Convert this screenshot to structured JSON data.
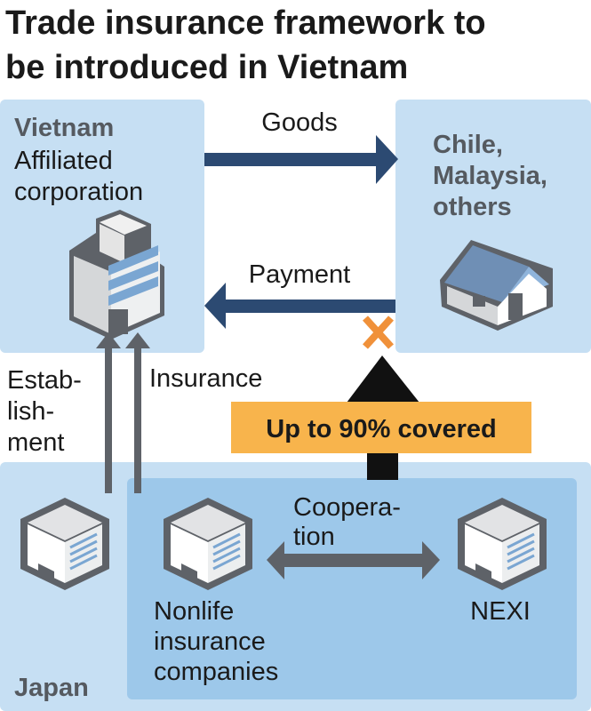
{
  "title": {
    "line1": "Trade insurance framework to",
    "line2": "be introduced in Vietnam"
  },
  "vietnam": {
    "name": "Vietnam",
    "line1": "Affiliated",
    "line2": "corporation"
  },
  "partners": {
    "line1": "Chile,",
    "line2": "Malaysia,",
    "line3": "others"
  },
  "flows": {
    "goods": "Goods",
    "payment": "Payment",
    "establishment": [
      "Estab-",
      "lish-",
      "ment"
    ],
    "insurance": "Insurance",
    "cooperation": [
      "Coopera-",
      "tion"
    ]
  },
  "coverage": "Up to 90% covered",
  "japan": {
    "name": "Japan",
    "nonlife": [
      "Nonlife",
      "insurance",
      "companies"
    ],
    "nexi": "NEXI"
  },
  "colors": {
    "light_box": "#c6dff3",
    "inner_box": "#9dc8ea",
    "navy_arrow": "#2c4a72",
    "orange": "#f8b44c",
    "x_mark": "#f0913a"
  }
}
